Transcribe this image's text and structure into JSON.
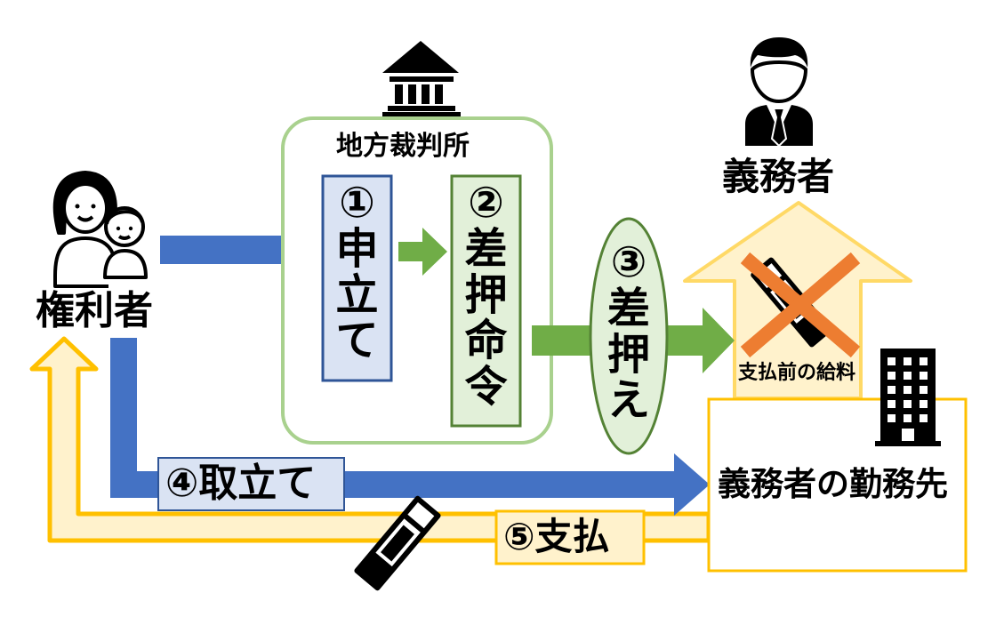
{
  "court": {
    "title": "地方裁判所",
    "step1": [
      "①",
      "申",
      "立",
      "て"
    ],
    "step2": [
      "②",
      "差",
      "押",
      "命",
      "令"
    ],
    "icon": "courthouse-icon"
  },
  "step3": [
    "③",
    "差",
    "押",
    "え"
  ],
  "creditor": {
    "label": "権利者",
    "icon": "parent-child-icon"
  },
  "debtor": {
    "label": "義務者",
    "icon": "businessman-icon"
  },
  "salary": {
    "label": "支払前の給料",
    "icon": "money-envelope-icon",
    "blocked": true
  },
  "employer": {
    "label": "義務者の勤務先",
    "icon": "office-building-icon"
  },
  "step4_label": "④取立て",
  "step5_label": "⑤支払",
  "colors": {
    "blue": "#4472C4",
    "blue_light": "#DAE3F3",
    "green": "#70AD47",
    "green_light": "#E2F0D9",
    "green_border": "#A9D18E",
    "yellow": "#FFC000",
    "yellow_light": "#FFF2CC",
    "orange": "#ED7D31"
  }
}
